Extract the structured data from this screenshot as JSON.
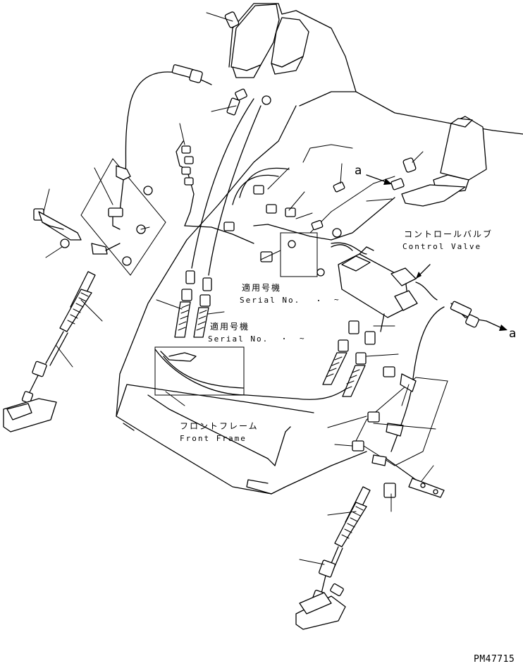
{
  "labels": {
    "control_valve_jp": "コントロールバルブ",
    "control_valve_en": "Control Valve",
    "serial_jp_1": "適用号機",
    "serial_en_1": "Serial No.",
    "serial_range_1": "~",
    "serial_jp_2": "適用号機",
    "serial_en_2": "Serial No.",
    "serial_range_2": "~",
    "front_frame_jp": "フロントフレーム",
    "front_frame_en": "Front Frame",
    "ref_a_left": "a",
    "ref_a_right": "a"
  },
  "drawing_code": "PM47715"
}
